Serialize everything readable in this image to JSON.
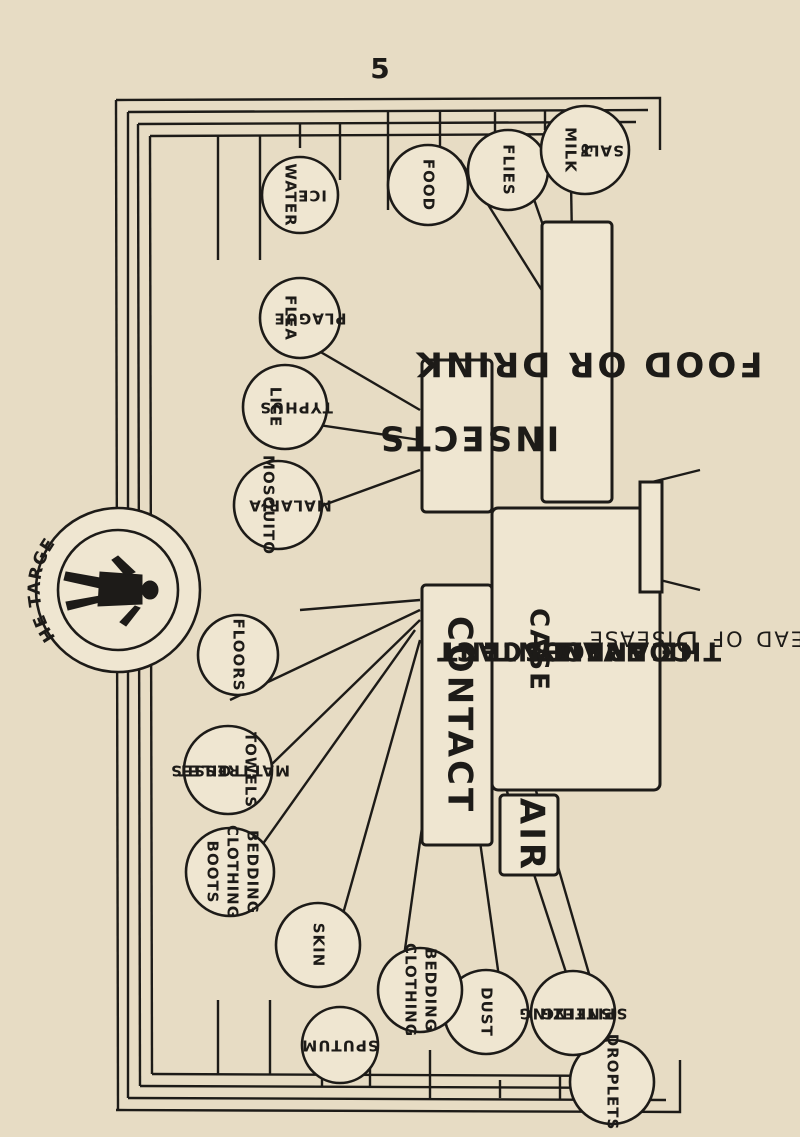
{
  "page": {
    "number": "5"
  },
  "title": "Spread of Disease",
  "centre": {
    "enemy_header": "THE ENEMY",
    "enemy_lines": [
      "CARRIER",
      "CONVALESCENT",
      "CASE",
      "CONTACT"
    ],
    "route_air": "AIR",
    "route_contact": "CONTACT",
    "route_insects": "INSECTS",
    "route_food": "FOOD OR DRINK"
  },
  "target": {
    "label": "THE TARGET"
  },
  "circles": {
    "droplets": "DROPLETS",
    "sneezing": [
      "SNEEZING",
      "SPITTING"
    ],
    "dust": "DUST",
    "bedding_clothing": [
      "BEDDING",
      "CLOTHING"
    ],
    "sputum": "SPUTUM",
    "skin": "SKIN",
    "clothing_boots": [
      "BEDDING",
      "CLOTHING",
      "BOOTS"
    ],
    "towels": [
      "TOWELS",
      "MATTRESSES",
      "TOILET"
    ],
    "floors": "FLOORS",
    "mosquito": [
      "MOSQUITO",
      "MALARIA"
    ],
    "lice": [
      "LICE",
      "TYPHUS"
    ],
    "flea": [
      "FLEA",
      "PLAGUE"
    ],
    "water": [
      "WATER",
      "ICE"
    ],
    "food": "FOOD",
    "flies": "FLIES",
    "milk": [
      "MILK",
      "&",
      "SALT"
    ]
  }
}
